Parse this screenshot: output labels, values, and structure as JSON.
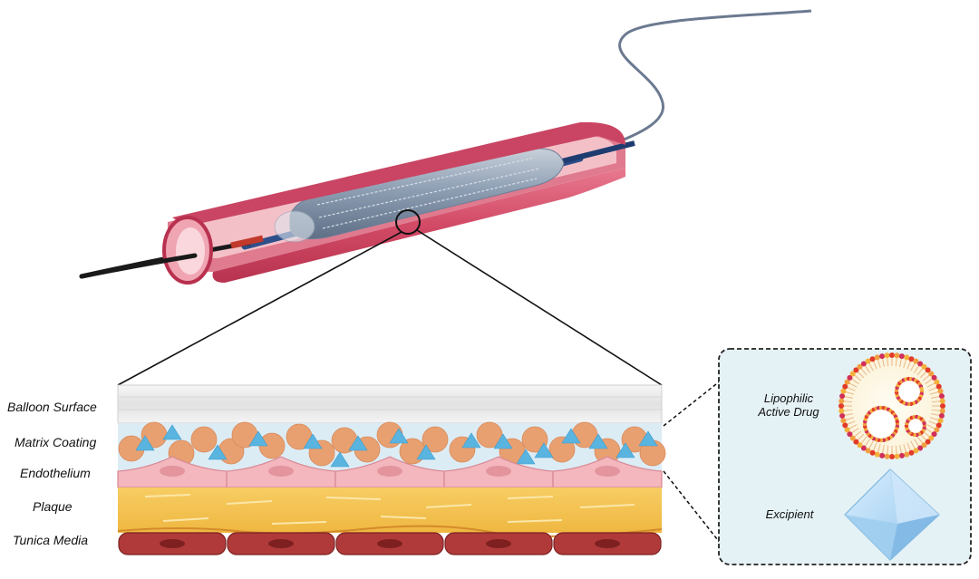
{
  "layers": {
    "balloon_surface": "Balloon Surface",
    "matrix_coating": "Matrix Coating",
    "endothelium": "Endothelium",
    "plaque": "Plaque",
    "tunica_media": "Tunica Media"
  },
  "legend": {
    "drug_line1": "Lipophilic",
    "drug_line2": "Active Drug",
    "excipient": "Excipient"
  },
  "colors": {
    "vessel": "#d9536e",
    "vessel_inner": "#f2b6c0",
    "drug_particle": "#e8a070",
    "excipient": "#5ab4e0",
    "endothelium": "#f3b7bd",
    "plaque": "#f4c257",
    "tunica_media": "#b03a3a",
    "legend_bg": "#e3f0f4"
  }
}
